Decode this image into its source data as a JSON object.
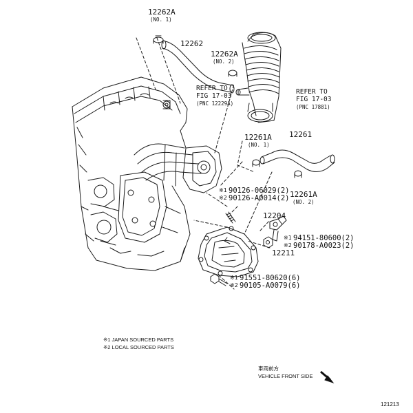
{
  "parts": {
    "p12262A_no1": {
      "number": "12262A",
      "sub": "(NO. 1)"
    },
    "p12262": {
      "number": "12262"
    },
    "p12262A_no2": {
      "number": "12262A",
      "sub": "(NO. 2)"
    },
    "ref_left": {
      "line1": "REFER TO",
      "line2": "FIG 17-03",
      "sub": "(PNC 12229A)"
    },
    "ref_right": {
      "line1": "REFER TO",
      "line2": "FIG 17-03",
      "sub": "(PNC 17881)"
    },
    "p12261A_no1": {
      "number": "12261A",
      "sub": "(NO. 1)"
    },
    "p12261": {
      "number": "12261"
    },
    "p12261A_no2": {
      "number": "12261A",
      "sub": "(NO. 2)"
    },
    "bolt_upper": {
      "mark1": "※1",
      "pn1": "90126-06029(2)",
      "mark2": "※2",
      "pn2": "90126-A0014(2)"
    },
    "p12204": {
      "number": "12204"
    },
    "nut_right": {
      "mark1": "※1",
      "pn1": "94151-80600(2)",
      "mark2": "※2",
      "pn2": "90178-A0023(2)"
    },
    "p12211": {
      "number": "12211"
    },
    "bolt_lower": {
      "mark1": "※1",
      "pn1": "91551-80620(6)",
      "mark2": "※2",
      "pn2": "90105-A0079(6)"
    }
  },
  "legend": {
    "note1": "※1 JAPAN SOURCED PARTS",
    "note2": "※2 LOCAL SOURCED PARTS"
  },
  "direction": {
    "jp": "車両前方",
    "en": "VEHICLE FRONT SIDE",
    "arrow_icon": "arrow-down-right-icon"
  },
  "figure_id": "121213"
}
